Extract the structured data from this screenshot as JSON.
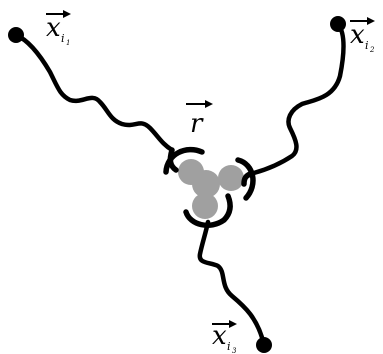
{
  "labels": {
    "r": "r",
    "x": "x",
    "i": "i",
    "idx1": "1",
    "idx2": "2",
    "idx3": "3"
  },
  "colors": {
    "line": "#000000",
    "core": "#a0a0a0",
    "background": "#ffffff"
  }
}
